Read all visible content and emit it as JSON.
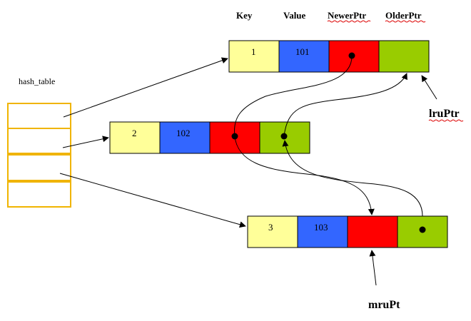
{
  "headers": {
    "key": "Key",
    "value": "Value",
    "newer": "NewerPtr",
    "older": "OlderPtr"
  },
  "hash_table_label": "hash_table",
  "colors": {
    "key_cell": "#ffff99",
    "value_cell": "#3366ff",
    "newer_cell": "#ff0000",
    "older_cell": "#99cc00",
    "slot_border": "#f0b400"
  },
  "nodes": [
    {
      "key": "1",
      "value": "101"
    },
    {
      "key": "2",
      "value": "102"
    },
    {
      "key": "3",
      "value": "103"
    }
  ],
  "lru_label": "lruPtr",
  "mru_label": "mruPt"
}
